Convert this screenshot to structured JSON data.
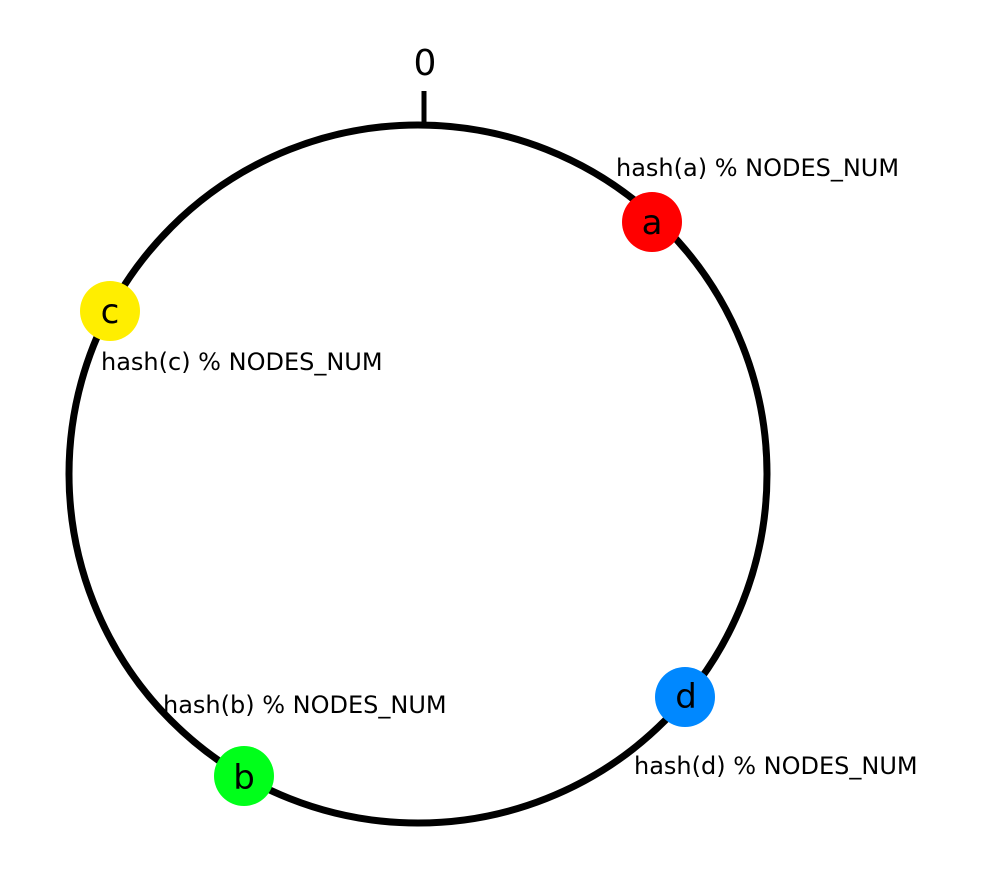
{
  "ring": {
    "origin_label": "0",
    "stroke_color": "#000000"
  },
  "nodes": [
    {
      "id": "a",
      "letter": "a",
      "label": "hash(a) % NODES_NUM",
      "color": "#ff0000"
    },
    {
      "id": "b",
      "letter": "b",
      "label": "hash(b) % NODES_NUM",
      "color": "#00ff1a"
    },
    {
      "id": "c",
      "letter": "c",
      "label": "hash(c) % NODES_NUM",
      "color": "#ffee00"
    },
    {
      "id": "d",
      "letter": "d",
      "label": "hash(d) % NODES_NUM",
      "color": "#0088ff"
    }
  ]
}
